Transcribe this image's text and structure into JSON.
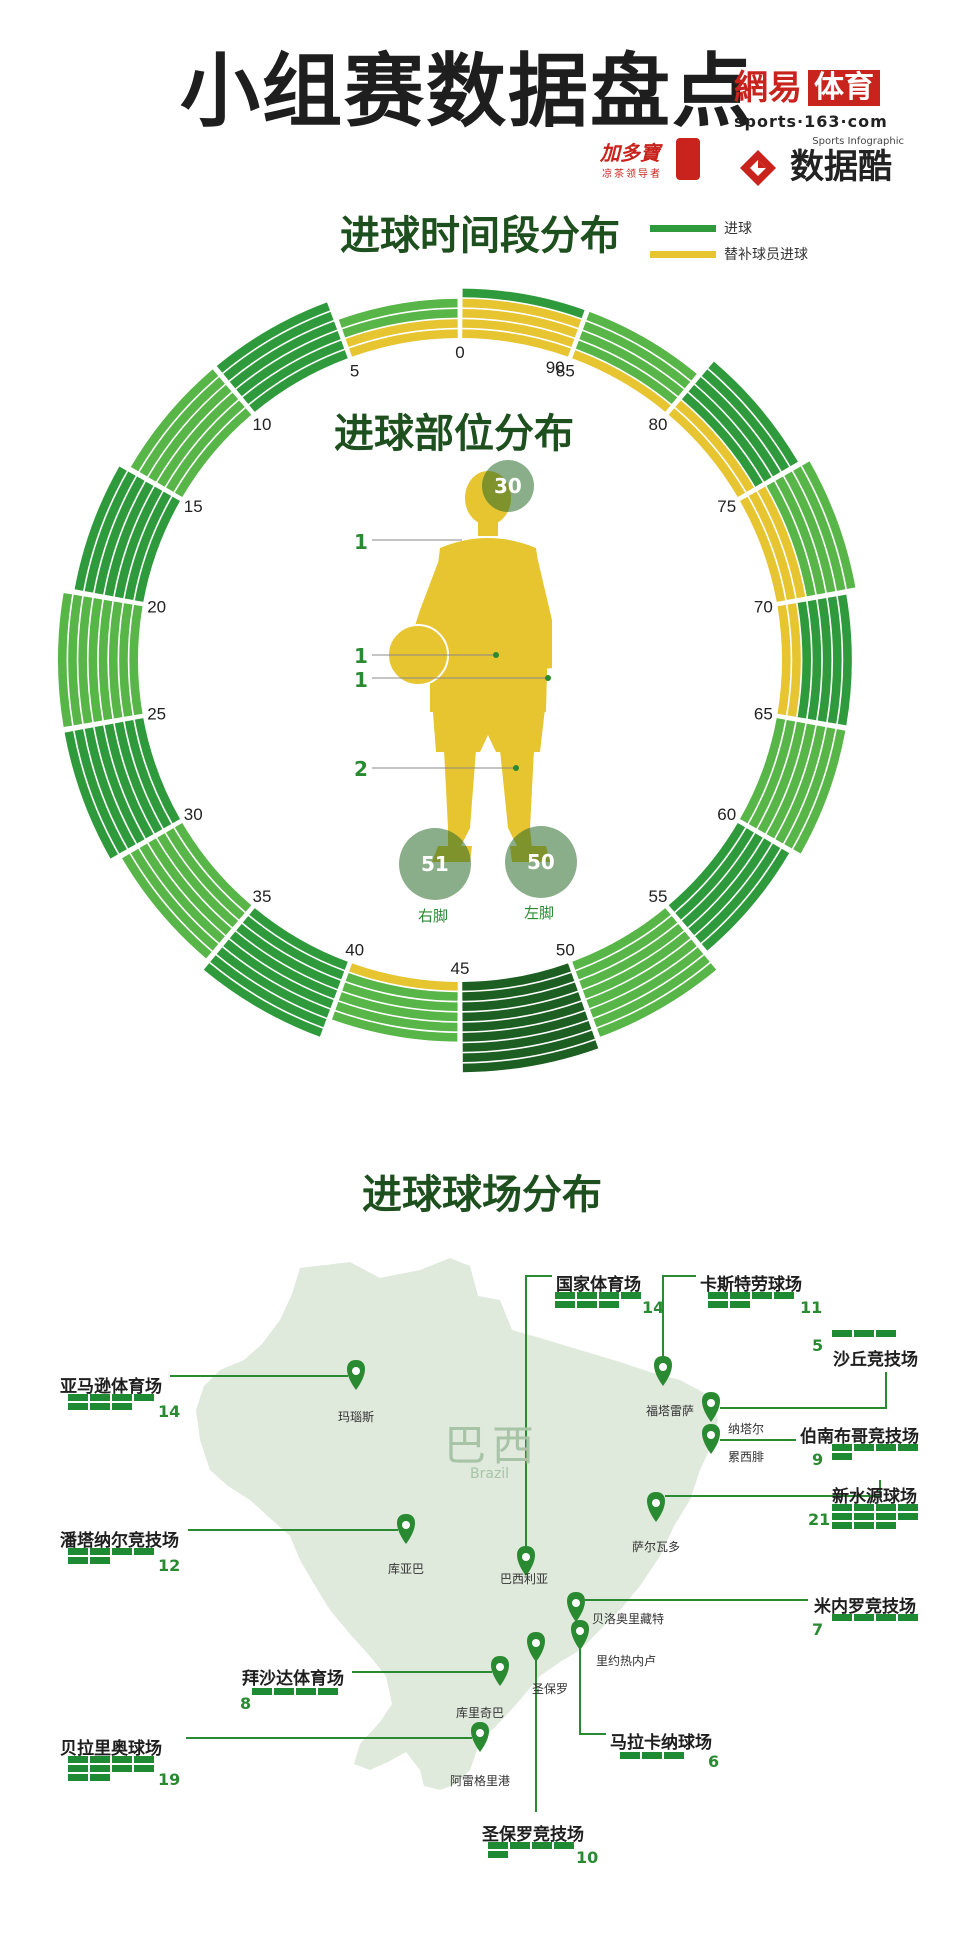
{
  "header": {
    "title": "小组赛数据盘点",
    "sponsor_name": "加多寶",
    "sponsor_slogan": "凉茶领导者",
    "publisher_name": "網易",
    "publisher_section": "体育",
    "publisher_url": "sports·163·com",
    "brand_subtitle": "Sports Infographic",
    "brand_name": "数据酷"
  },
  "colors": {
    "goal_green": "#2f9a3c",
    "substitute_yellow": "#e6c531",
    "dark_green": "#1d5e22",
    "light_green": "#58b548",
    "map_land": "#dfe9dc"
  },
  "sections": {
    "time": "进球时间段分布",
    "body": "进球部位分布",
    "stadium": "进球球场分布"
  },
  "legend": {
    "goal": "进球",
    "sub_goal": "替补球员进球"
  },
  "chart_data": [
    {
      "type": "bar",
      "subtype": "radial",
      "title": "进球时间段分布",
      "categories": [
        "0",
        "5",
        "10",
        "15",
        "20",
        "25",
        "30",
        "35",
        "40",
        "45",
        "50",
        "55",
        "60",
        "65",
        "70",
        "75",
        "80",
        "85"
      ],
      "series": [
        {
          "name": "进球",
          "values": [
            4,
            6,
            6,
            7,
            8,
            8,
            7,
            8,
            6,
            9,
            8,
            6,
            7,
            7,
            8,
            7,
            5,
            5
          ]
        },
        {
          "name": "替补球员进球",
          "values": [
            2,
            0,
            0,
            0,
            0,
            0,
            0,
            0,
            1,
            0,
            0,
            0,
            0,
            2,
            3,
            2,
            1,
            4
          ]
        }
      ],
      "tick_labels": [
        "0",
        "5",
        "10",
        "15",
        "20",
        "25",
        "30",
        "35",
        "40",
        "45",
        "50",
        "55",
        "60",
        "65",
        "70",
        "75",
        "80",
        "85",
        "90"
      ]
    },
    {
      "type": "table",
      "title": "进球部位分布",
      "series": [
        {
          "name": "头部",
          "value": 30
        },
        {
          "name": "肩部",
          "value": 1
        },
        {
          "name": "胸部",
          "value": 1
        },
        {
          "name": "手臂",
          "value": 1
        },
        {
          "name": "腿部",
          "value": 2
        },
        {
          "name": "右脚",
          "value": 51
        },
        {
          "name": "左脚",
          "value": 50
        }
      ]
    },
    {
      "type": "bar",
      "title": "进球球场分布",
      "categories": [
        "国家体育场",
        "卡斯特劳球场",
        "沙丘竞技场",
        "伯南布哥竞技场",
        "新水源球场",
        "米内罗竞技场",
        "马拉卡纳球场",
        "圣保罗竞技场",
        "贝拉里奥球场",
        "拜沙达体育场",
        "潘塔纳尔竞技场",
        "亚马逊体育场"
      ],
      "values": [
        14,
        11,
        5,
        9,
        21,
        7,
        6,
        10,
        19,
        8,
        12,
        14
      ]
    }
  ],
  "body_labels": {
    "head": "30",
    "shoulder": "1",
    "chest": "1",
    "arm": "1",
    "leg": "2",
    "right_foot": "51",
    "left_foot": "50",
    "right_foot_label": "右脚",
    "left_foot_label": "左脚"
  },
  "map": {
    "country_zh": "巴西",
    "country_en": "Brazil",
    "cities": [
      "玛瑙斯",
      "福塔雷萨",
      "纳塔尔",
      "累西腓",
      "库亚巴",
      "巴西利亚",
      "萨尔瓦多",
      "贝洛奥里藏特",
      "里约热内卢",
      "圣保罗",
      "库里奇巴",
      "阿雷格里港"
    ]
  }
}
